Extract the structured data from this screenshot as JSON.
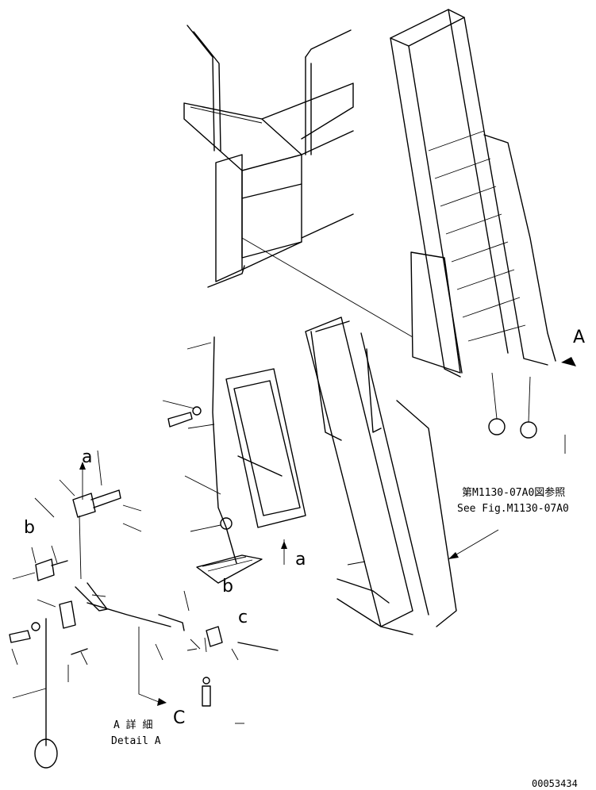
{
  "labels": {
    "view_a": "A",
    "callout_a_upper": "a",
    "callout_a_lower": "a",
    "callout_b_left": "b",
    "callout_b_right": "b",
    "callout_c_right": "c",
    "callout_c_lower": "C",
    "ref_jp": "第M1130-07A0図参照",
    "ref_en": "See Fig.M1130-07A0",
    "detail_jp": "A 詳 細",
    "detail_en": "Detail A",
    "drawing_number": "00053434"
  }
}
